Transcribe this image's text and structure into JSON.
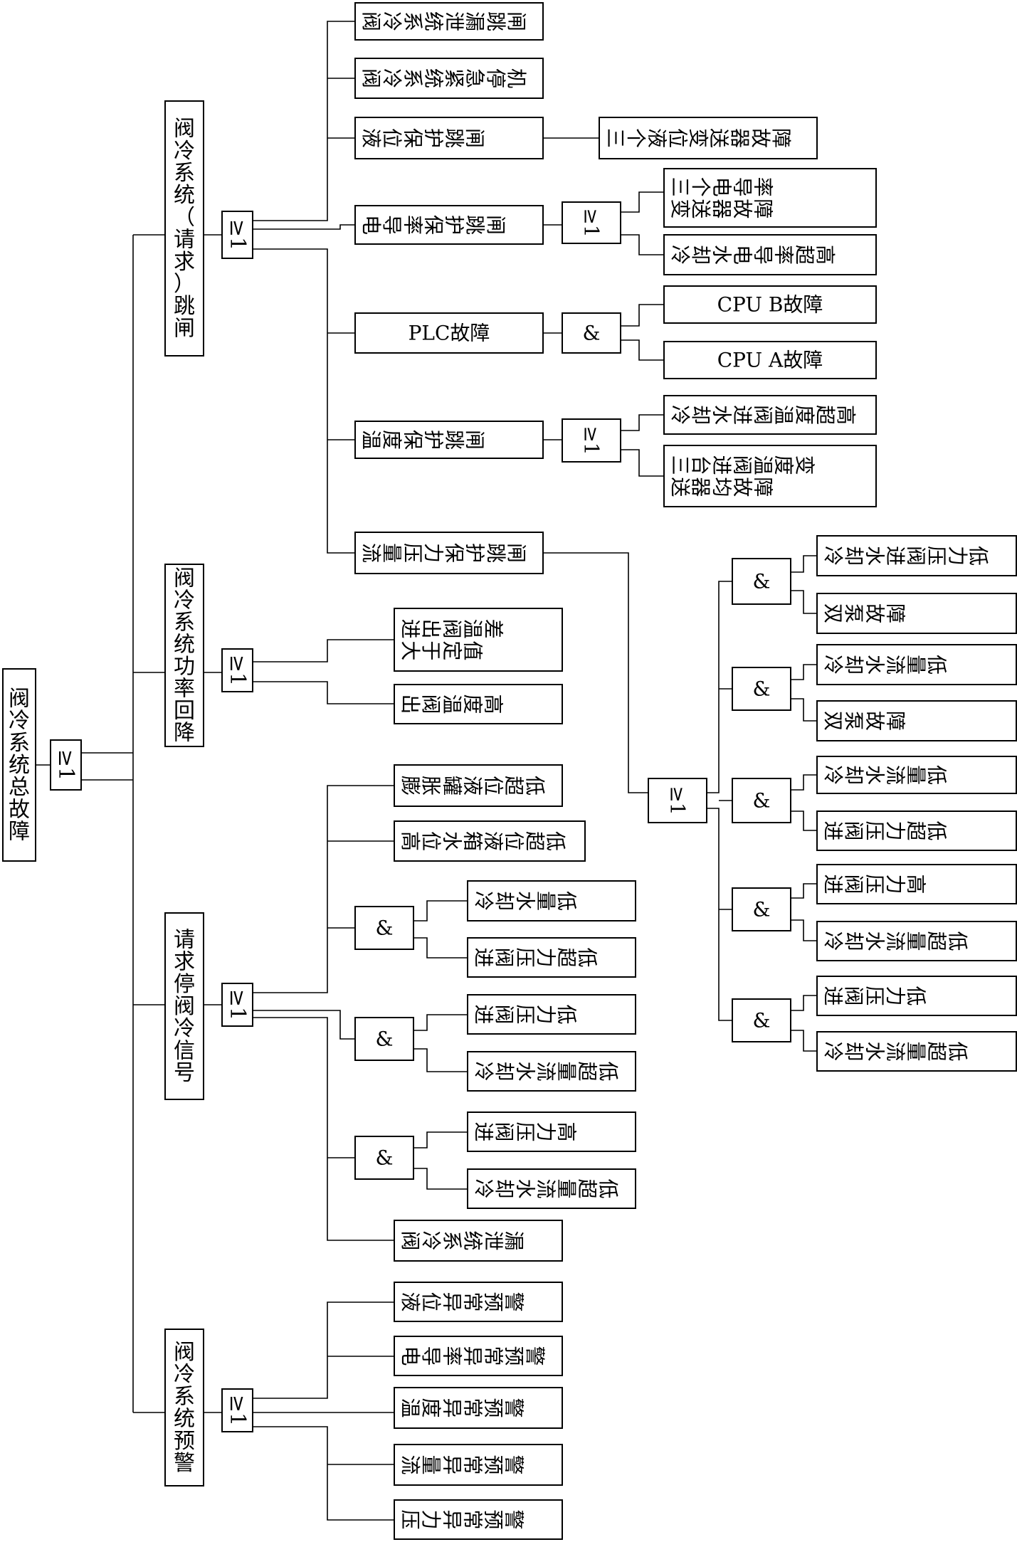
{
  "nodes": {
    "root": {
      "text": "阀冷系统总故障"
    },
    "g_root": {
      "text": "≥1"
    },
    "c1": {
      "text": "阀冷系统（请求）跳闸"
    },
    "c2": {
      "text": "阀冷系统功率回降"
    },
    "c3": {
      "text": "请求停阀冷信号"
    },
    "c4": {
      "text": "阀冷系统预警"
    },
    "g_c1": {
      "text": "≥1"
    },
    "g_c2": {
      "text": "≥1"
    },
    "g_c3": {
      "text": "≥1"
    },
    "g_c4": {
      "text": "≥1"
    },
    "a1": {
      "text": "阀冷系统泄漏跳闸"
    },
    "a2": {
      "text": "阀冷系统紧急停机"
    },
    "a3": {
      "text": "液位保护跳闸"
    },
    "a3x": {
      "text": "三个液位变送器故障"
    },
    "a4": {
      "text": "电导率保护跳闸"
    },
    "g_a4": {
      "text": "≥1"
    },
    "a4x1": {
      "text": "三个电导率变送器故障"
    },
    "a4x2": {
      "text": "冷却水电导率超高"
    },
    "a5": {
      "text": "PLC故障"
    },
    "g_a5": {
      "text": "&"
    },
    "a5x1": {
      "text": "CPU B故障"
    },
    "a5x2": {
      "text": "CPU A故障"
    },
    "a6": {
      "text": "温度保护跳闸"
    },
    "g_a6": {
      "text": "≥1"
    },
    "a6x1": {
      "text": "冷却水进阀温度超高"
    },
    "a6x2": {
      "text": "三台进阀温度变送器均故障"
    },
    "a7": {
      "text": "流量压力保护跳闸"
    },
    "g_a7": {
      "text": "≥1"
    },
    "fa": {
      "text": "&"
    },
    "fa1": {
      "text": "冷却水进阀压力低"
    },
    "fa2": {
      "text": "双泵故障"
    },
    "fb": {
      "text": "&"
    },
    "fb1": {
      "text": "冷却水流量低"
    },
    "fb2": {
      "text": "双泵故障"
    },
    "fc": {
      "text": "&"
    },
    "fc1": {
      "text": "冷却水流量低"
    },
    "fc2": {
      "text": "进阀压力超低"
    },
    "fd": {
      "text": "&"
    },
    "fd1": {
      "text": "进阀压力高"
    },
    "fd2": {
      "text": "冷却水流量超低"
    },
    "fe": {
      "text": "&"
    },
    "fe1": {
      "text": "进阀压力低"
    },
    "fe2": {
      "text": "冷却水流量超低"
    },
    "b1": {
      "text": "进出阀温差大于定值"
    },
    "b2": {
      "text": "出阀温度高"
    },
    "d1": {
      "text": "膨胀罐液位超低"
    },
    "d2": {
      "text": "高位水箱液位超低"
    },
    "d3": {
      "text": "&"
    },
    "d3x1": {
      "text": "冷却水量低"
    },
    "d3x2": {
      "text": "进阀压力超低"
    },
    "d4": {
      "text": "&"
    },
    "d4x1": {
      "text": "进阀压力低"
    },
    "d4x2": {
      "text": "冷却水流量超低"
    },
    "d5": {
      "text": "&"
    },
    "d5x1": {
      "text": "进阀压力高"
    },
    "d5x2": {
      "text": "冷却水流量超低"
    },
    "d6": {
      "text": "阀冷系统泄漏"
    },
    "e1": {
      "text": "液位异常预警"
    },
    "e2": {
      "text": "电导率异常预警"
    },
    "e3": {
      "text": "温度异常预警"
    },
    "e4": {
      "text": "流量异常预警"
    },
    "e5": {
      "text": "压力异常预警"
    }
  }
}
